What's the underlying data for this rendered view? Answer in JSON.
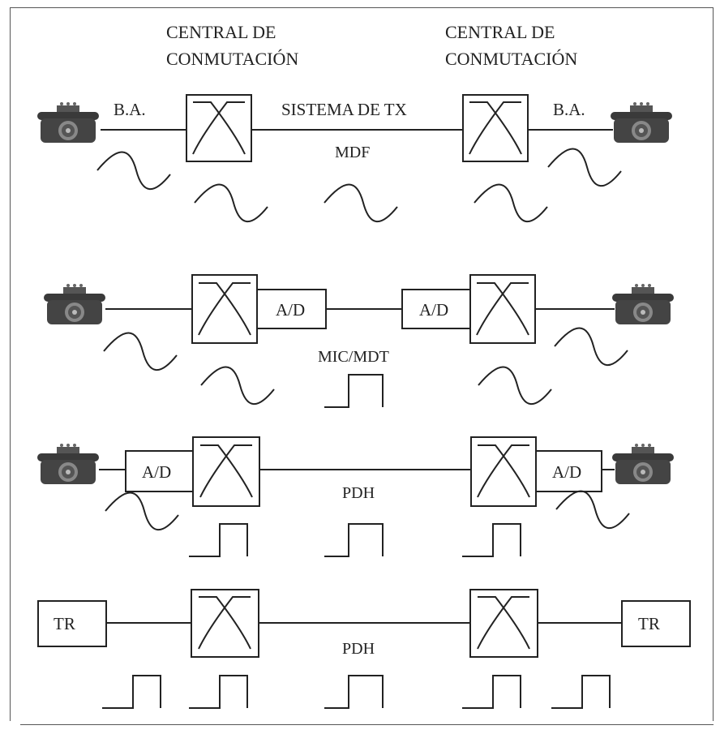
{
  "header": {
    "central_left_line1": "CENTRAL DE",
    "central_left_line2": "CONMUTACIÓN",
    "central_right_line1": "CENTRAL DE",
    "central_right_line2": "CONMUTACIÓN"
  },
  "row1": {
    "ba_left": "B.A.",
    "ba_right": "B.A.",
    "link_label": "SISTEMA DE TX",
    "mux_label": "MDF"
  },
  "row2": {
    "ad_left": "A/D",
    "ad_right": "A/D",
    "mux_label": "MIC/MDT"
  },
  "row3": {
    "ad_left": "A/D",
    "ad_right": "A/D",
    "mux_label": "PDH"
  },
  "row4": {
    "tr_left": "TR",
    "tr_right": "TR",
    "mux_label": "PDH"
  },
  "icons": {
    "telephone": "telephone-icon",
    "switch": "crosspoint-switch-icon",
    "analog": "sine-wave-icon",
    "digital": "pulse-icon"
  }
}
